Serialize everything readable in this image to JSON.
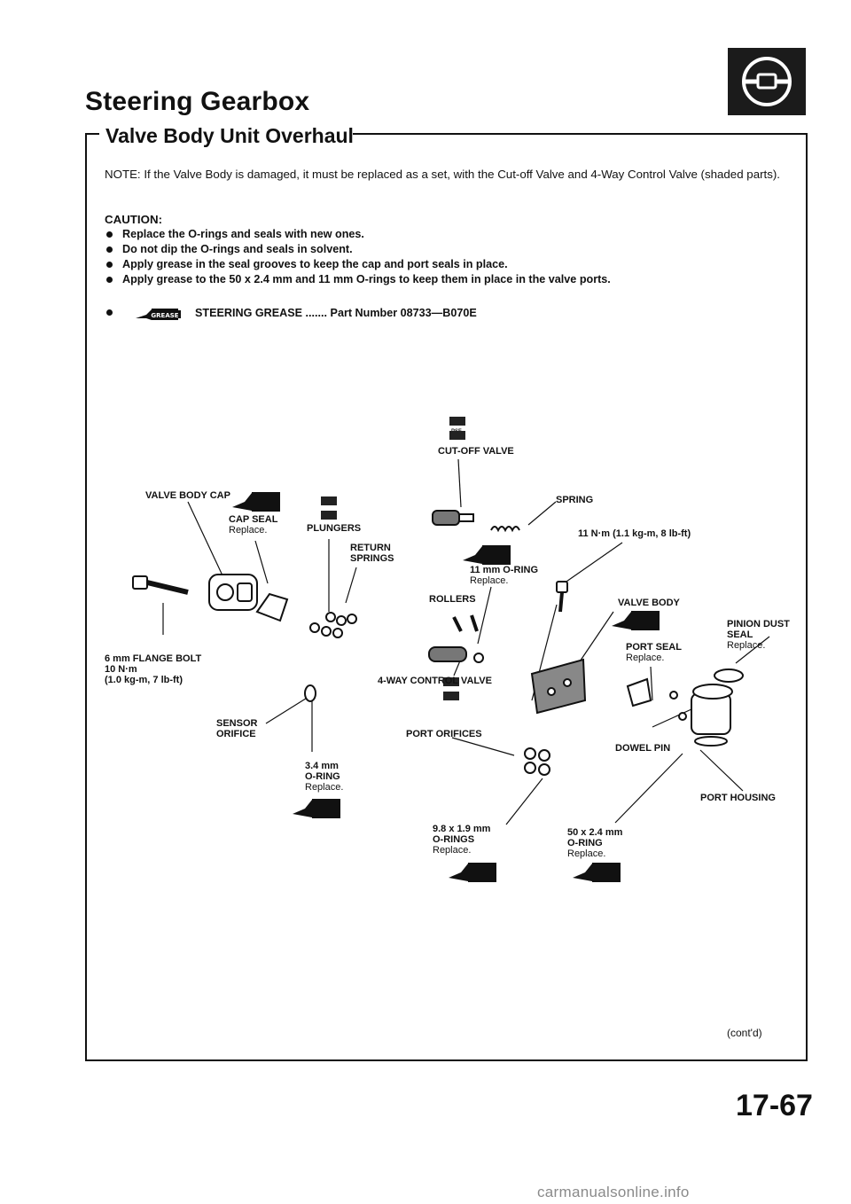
{
  "header": {
    "title": "Steering Gearbox",
    "subtitle": "Valve Body Unit Overhaul",
    "section_icon": "steering-wheel-icon"
  },
  "note": "NOTE: If the Valve Body is damaged, it must be replaced as a set, with the Cut-off Valve and 4-Way Control Valve (shaded parts).",
  "caution": {
    "heading": "CAUTION:",
    "items": [
      "Replace the O-rings and seals with new ones.",
      "Do not dip the O-rings and seals in solvent.",
      "Apply grease in the seal grooves to keep the cap and port seals in place.",
      "Apply grease to the 50 x 2.4 mm and 11 mm O-rings to keep them in place in the valve ports."
    ]
  },
  "grease_note": {
    "badge": "GREASE",
    "text": "STEERING GREASE ....... Part Number 08733—B070E"
  },
  "diagram": {
    "psf_badge": "PSF",
    "labels": {
      "cutoff_valve": "CUT-OFF VALVE",
      "spring": "SPRING",
      "torque_11": "11 N·m (1.1 kg-m, 8 lb-ft)",
      "valve_body_cap": "VALVE BODY CAP",
      "cap_seal": "CAP SEAL",
      "cap_seal_sub": "Replace.",
      "plungers": "PLUNGERS",
      "return_springs_1": "RETURN",
      "return_springs_2": "SPRINGS",
      "oring_11_1": "11 mm O-RING",
      "oring_11_sub": "Replace.",
      "rollers": "ROLLERS",
      "valve_body": "VALVE BODY",
      "pinion_dust_1": "PINION DUST",
      "pinion_dust_2": "SEAL",
      "pinion_dust_sub": "Replace.",
      "port_seal": "PORT SEAL",
      "port_seal_sub": "Replace.",
      "flange_bolt_1": "6 mm FLANGE BOLT",
      "flange_bolt_2": "10 N·m",
      "flange_bolt_3": "(1.0 kg-m, 7 lb-ft)",
      "four_way": "4-WAY CONTROL VALVE",
      "sensor_1": "SENSOR",
      "sensor_2": "ORIFICE",
      "port_orifices": "PORT ORIFICES",
      "dowel_pin": "DOWEL PIN",
      "oring_34_1": "3.4 mm",
      "oring_34_2": "O-RING",
      "oring_34_sub": "Replace.",
      "port_housing": "PORT HOUSING",
      "oring_98_1": "9.8 x 1.9 mm",
      "oring_98_2": "O-RINGS",
      "oring_98_sub": "Replace.",
      "oring_50_1": "50 x 2.4 mm",
      "oring_50_2": "O-RING",
      "oring_50_sub": "Replace."
    }
  },
  "footer": {
    "contd": "(cont'd)",
    "page_number": "17-67",
    "watermark": "carmanualsonline.info"
  }
}
